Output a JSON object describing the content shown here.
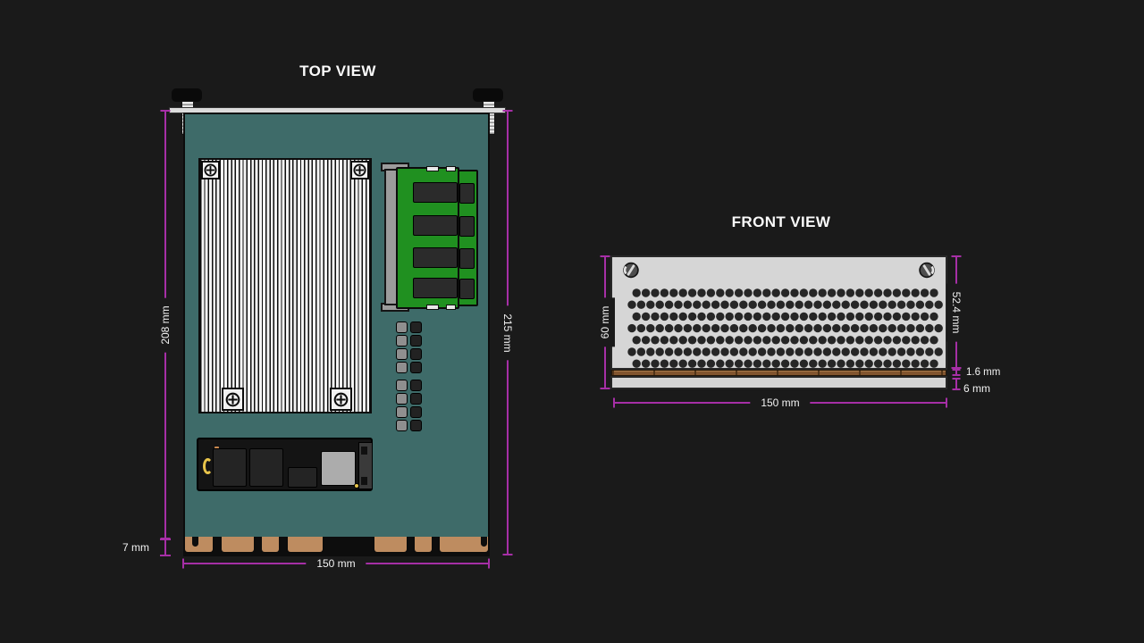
{
  "page": {
    "background": "#1A1A1A"
  },
  "colors": {
    "dimension_line": "#A62FA6",
    "board_teal": "#3E6B69",
    "copper_edge": "#BE8C60",
    "panel_gray": "#D6D6D6",
    "ram_green": "#209020",
    "heatsink_white": "#F4F4F4"
  },
  "top_view": {
    "title": "TOP VIEW",
    "dimensions": {
      "height_left": "208 mm",
      "height_right": "215 mm",
      "width_bottom": "150 mm",
      "edge_depth": "7 mm"
    }
  },
  "front_view": {
    "title": "FRONT VIEW",
    "dimensions": {
      "height_left": "60 mm",
      "height_right": "52.4 mm",
      "pcb_thickness": "1.6 mm",
      "base_height": "6 mm",
      "width_bottom": "150 mm"
    }
  }
}
